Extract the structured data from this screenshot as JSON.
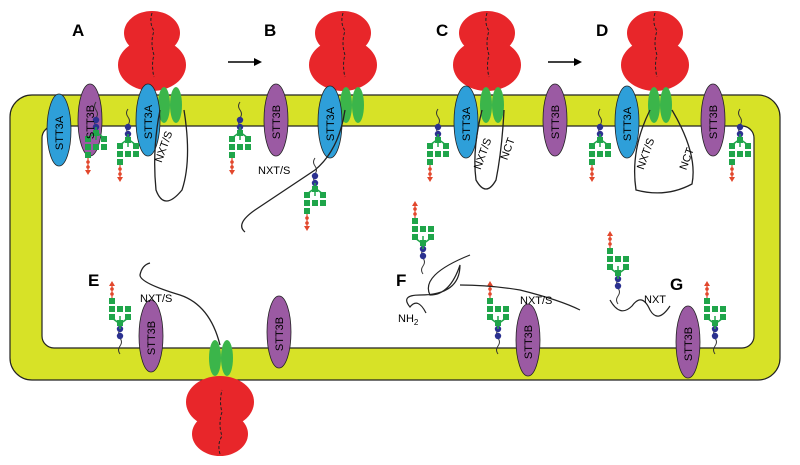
{
  "panels": [
    "A",
    "B",
    "C",
    "D",
    "E",
    "F",
    "G"
  ],
  "proteins": {
    "stt3a": "STT3A",
    "stt3b": "STT3B"
  },
  "sequons": {
    "nxts": "NXT/S",
    "nct": "NCT",
    "nxt": "NXT"
  },
  "terminus": {
    "nh": "NH",
    "sub": "2"
  },
  "colors": {
    "membrane": "#d7e227",
    "lumen": "#ffffff",
    "ribosome": "#e8262a",
    "translocon": "#3bb54a",
    "stt3a": "#2e9fd9",
    "stt3b": "#9b5aa3",
    "glycan_mannose": "#1fa54a",
    "glycan_glcnac": "#2b3190",
    "glycan_glucose": "#e2472c"
  }
}
